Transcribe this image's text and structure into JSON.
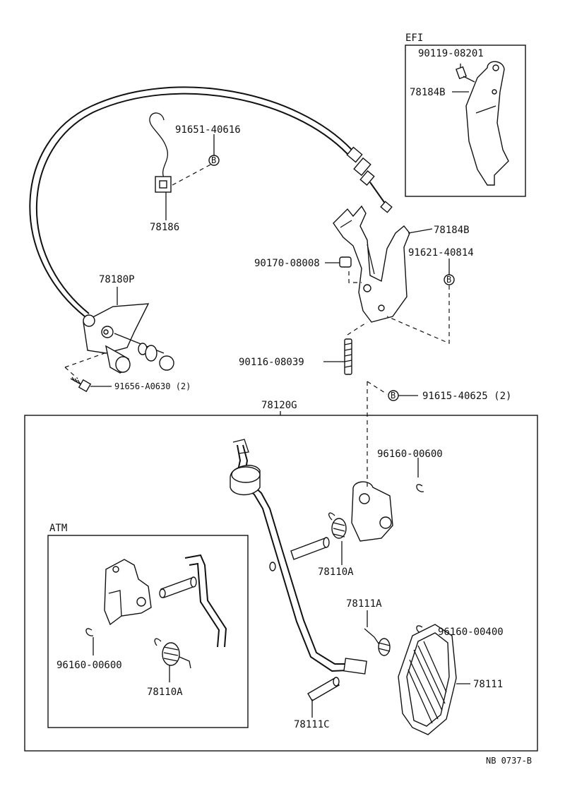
{
  "sections": {
    "efi_label": "EFI",
    "atm_label": "ATM",
    "assembly_label": "78120G"
  },
  "callouts": {
    "p90119_08201": "90119-08201",
    "p78184b_efi": "78184B",
    "p91651_40616": "91651-40616",
    "p78186": "78186",
    "p78184b": "78184B",
    "p91621_40814": "91621-40814",
    "p90170_08008": "90170-08008",
    "p78180p": "78180P",
    "p90116_08039": "90116-08039",
    "p91656_a0630": "91656-A0630 (2)",
    "p91615_40625": "91615-40625 (2)",
    "p96160_00600_main": "96160-00600",
    "p78110a_main": "78110A",
    "p78111a": "78111A",
    "p96160_00400": "96160-00400",
    "p78111": "78111",
    "p78111c": "78111C",
    "p96160_00600_atm": "96160-00600",
    "p78110a_atm": "78110A"
  },
  "markers": {
    "b": "B"
  },
  "footer": {
    "drawing_code": "NB 0737-B"
  }
}
